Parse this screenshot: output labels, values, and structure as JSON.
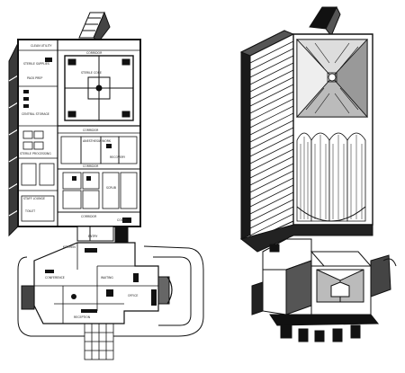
{
  "colors": {
    "ink": "#111111",
    "paper": "#ffffff",
    "hatch": "#3a3a3a",
    "tone": "#8a8a8a"
  },
  "plan_labels": {
    "clean_utility": "CLEAN UTILITY",
    "corridor_top": "CORRIDOR",
    "sterile_supplies": "STERILE SUPPLIES",
    "pack_prep": "PACK PREP",
    "sterile_core": "STERILE CORE",
    "central_storage": "CENTRAL STORAGE",
    "corridor_mid": "CORRIDOR",
    "sterile_processing": "STERILE PROCESSING",
    "anesthesia": "ANESTHESIA WORK",
    "corridor_low": "CORRIDOR",
    "scrub": "SCRUB",
    "recovery": "RECOVERY",
    "staff_lounge": "STAFF LOUNGE",
    "toilet": "TOILET",
    "corridor_bottom": "CORRIDOR",
    "court": "COURT",
    "kitchen": "KITCHEN",
    "entry": "ENTRY",
    "conference": "CONFERENCE",
    "waiting": "WAITING",
    "reception": "RECEPTION",
    "office": "OFFICE"
  }
}
